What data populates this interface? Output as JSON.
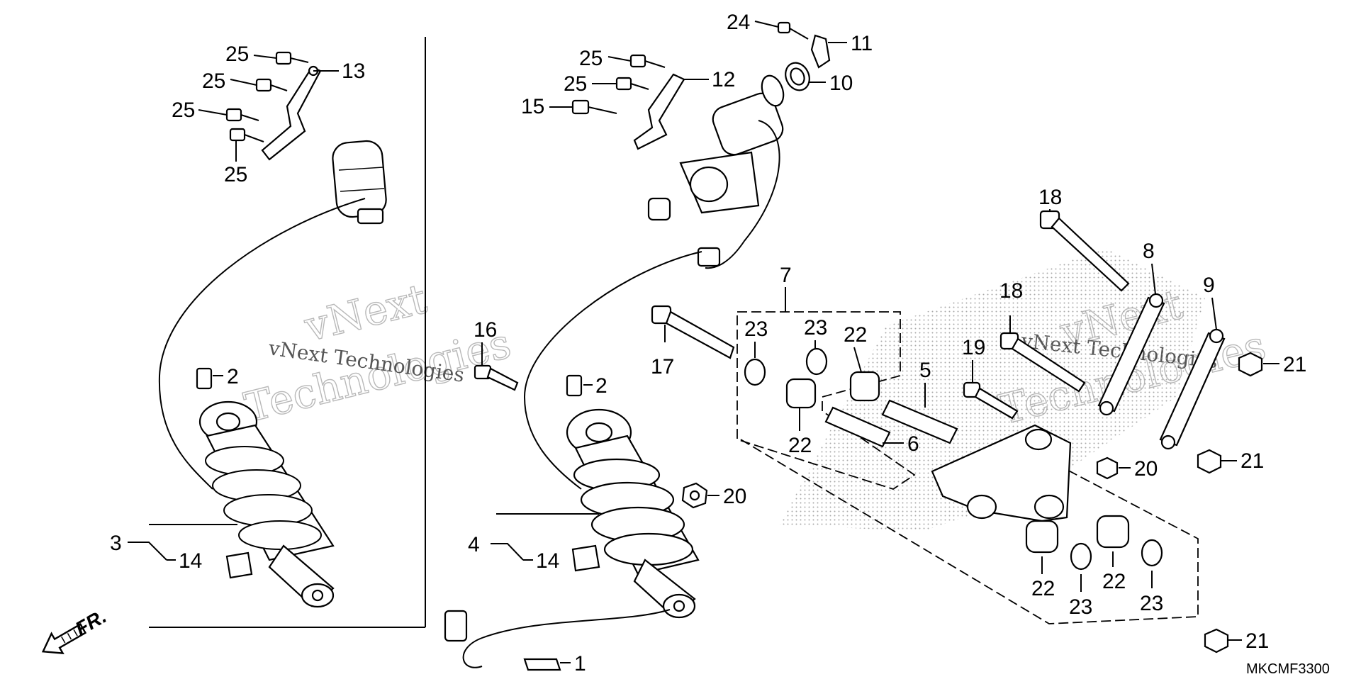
{
  "callouts": [
    {
      "id": "c25a",
      "text": "25"
    },
    {
      "id": "c25b",
      "text": "25"
    },
    {
      "id": "c25c",
      "text": "25"
    },
    {
      "id": "c25d",
      "text": "25"
    },
    {
      "id": "c13",
      "text": "13"
    },
    {
      "id": "c2a",
      "text": "2"
    },
    {
      "id": "c3",
      "text": "3"
    },
    {
      "id": "c14a",
      "text": "14"
    },
    {
      "id": "c16",
      "text": "16"
    },
    {
      "id": "c2b",
      "text": "2"
    },
    {
      "id": "c4",
      "text": "4"
    },
    {
      "id": "c14b",
      "text": "14"
    },
    {
      "id": "c1",
      "text": "1"
    },
    {
      "id": "c20a",
      "text": "20"
    },
    {
      "id": "c17",
      "text": "17"
    },
    {
      "id": "c25e",
      "text": "25"
    },
    {
      "id": "c25f",
      "text": "25"
    },
    {
      "id": "c15",
      "text": "15"
    },
    {
      "id": "c12",
      "text": "12"
    },
    {
      "id": "c24",
      "text": "24"
    },
    {
      "id": "c11",
      "text": "11"
    },
    {
      "id": "c10",
      "text": "10"
    },
    {
      "id": "c7",
      "text": "7"
    },
    {
      "id": "c23a",
      "text": "23"
    },
    {
      "id": "c23b",
      "text": "23"
    },
    {
      "id": "c22a",
      "text": "22"
    },
    {
      "id": "c22b",
      "text": "22"
    },
    {
      "id": "c5",
      "text": "5"
    },
    {
      "id": "c6",
      "text": "6"
    },
    {
      "id": "c18a",
      "text": "18"
    },
    {
      "id": "c18b",
      "text": "18"
    },
    {
      "id": "c19",
      "text": "19"
    },
    {
      "id": "c8",
      "text": "8"
    },
    {
      "id": "c9",
      "text": "9"
    },
    {
      "id": "c21a",
      "text": "21"
    },
    {
      "id": "c21b",
      "text": "21"
    },
    {
      "id": "c21c",
      "text": "21"
    },
    {
      "id": "c20b",
      "text": "20"
    },
    {
      "id": "c22c",
      "text": "22"
    },
    {
      "id": "c22d",
      "text": "22"
    },
    {
      "id": "c23c",
      "text": "23"
    },
    {
      "id": "c23d",
      "text": "23"
    }
  ],
  "direction_label": "FR.",
  "diagram_code": "MKCMF3300",
  "watermark": {
    "line1": "vNext",
    "line2": "Technologies",
    "inline": "vNext Technologies"
  }
}
